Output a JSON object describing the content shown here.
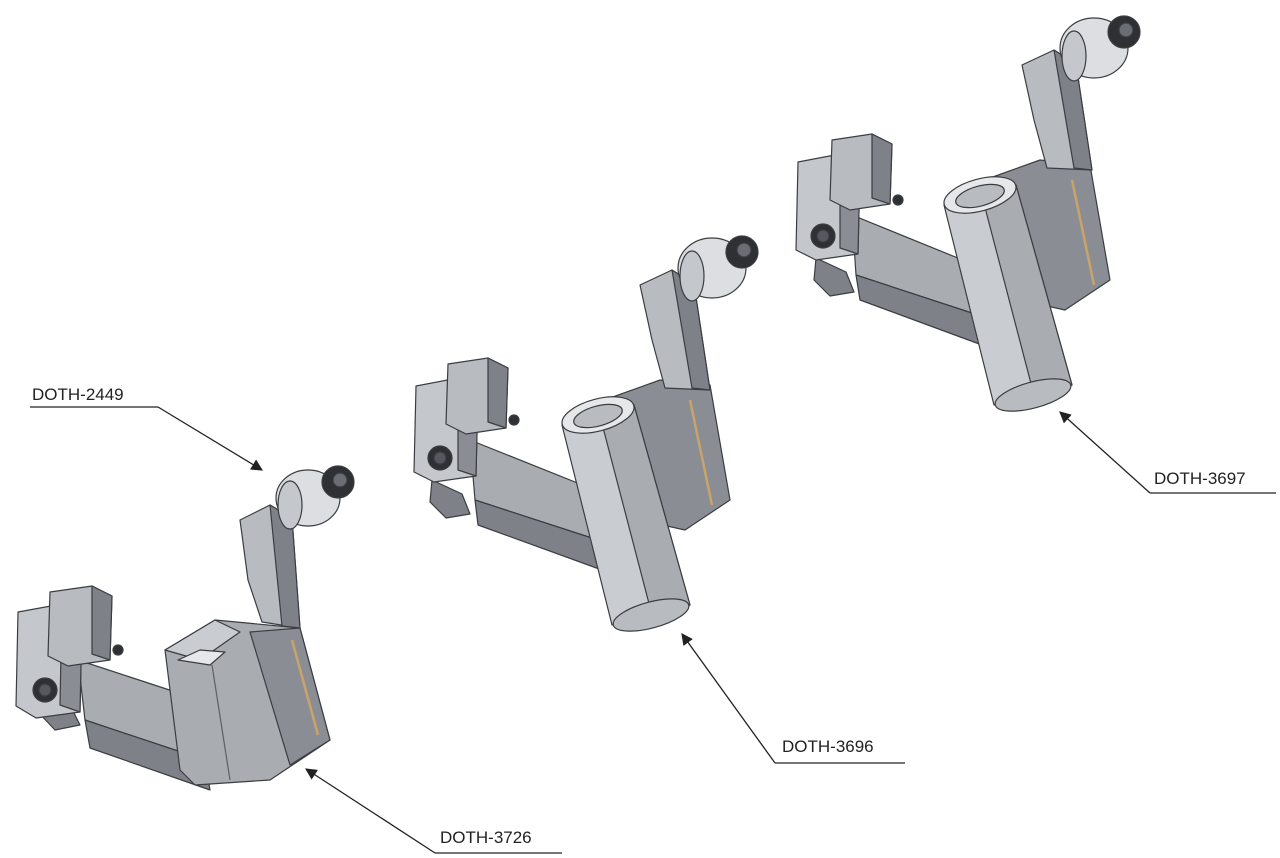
{
  "colors": {
    "part_light": "#d2d4d7",
    "part_mid": "#a9acb1",
    "part_dark": "#7e8288",
    "part_shadow": "#5d6167",
    "outline": "#3a3d42",
    "tube_light": "#dcdee1",
    "bolt": "#2e3034",
    "accent_slot": "#c9a36a",
    "leader": "#222222"
  },
  "callouts": [
    {
      "id": "doth-2449",
      "label": "DOTH-2449"
    },
    {
      "id": "doth-3726",
      "label": "DOTH-3726"
    },
    {
      "id": "doth-3696",
      "label": "DOTH-3696"
    },
    {
      "id": "doth-3697",
      "label": "DOTH-3697"
    }
  ],
  "parts": [
    {
      "id": "short-clamp",
      "icon": "short-clamp-bracket-icon"
    },
    {
      "id": "long-tube-mid",
      "icon": "long-tube-bracket-icon"
    },
    {
      "id": "long-tube-right",
      "icon": "long-tube-bracket-icon"
    }
  ]
}
